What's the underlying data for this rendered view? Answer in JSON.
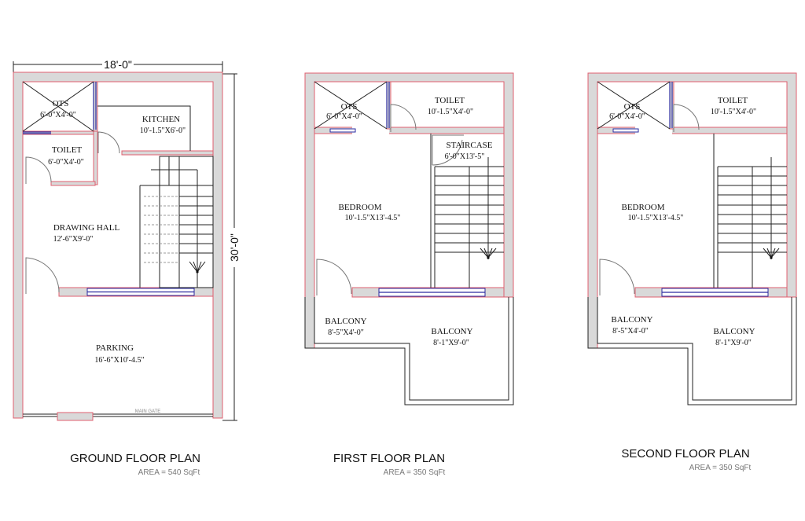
{
  "ground_floor": {
    "title": "GROUND FLOOR PLAN",
    "area": "AREA = 540 SqFt",
    "width_dim": "18'-0\"",
    "depth_dim": "30'-0\"",
    "rooms": {
      "ots": {
        "name": "OTS",
        "size": "6'-0\"X4'-0\""
      },
      "kitchen": {
        "name": "KITCHEN",
        "size": "10'-1.5\"X6'-0\""
      },
      "toilet": {
        "name": "TOILET",
        "size": "6'-0\"X4'-0\""
      },
      "drawing_hall": {
        "name": "DRAWING HALL",
        "size": "12'-6\"X9'-0\""
      },
      "parking": {
        "name": "PARKING",
        "size": "16'-6\"X10'-4.5\""
      }
    },
    "main_gate": "MAIN GATE"
  },
  "first_floor": {
    "title": "FIRST FLOOR PLAN",
    "area": "AREA = 350 SqFt",
    "rooms": {
      "ots": {
        "name": "OTS",
        "size": "6'-0\"X4'-0\""
      },
      "toilet": {
        "name": "TOILET",
        "size": "10'-1.5\"X4'-0\""
      },
      "staircase": {
        "name": "STAIRCASE",
        "size": "6'-0\"X13'-5\""
      },
      "bedroom": {
        "name": "BEDROOM",
        "size": "10'-1.5\"X13'-4.5\""
      },
      "balcony_left": {
        "name": "BALCONY",
        "size": "8'-5\"X4'-0\""
      },
      "balcony_right": {
        "name": "BALCONY",
        "size": "8'-1\"X9'-0\""
      }
    }
  },
  "second_floor": {
    "title": "SECOND FLOOR PLAN",
    "area": "AREA = 350 SqFt",
    "rooms": {
      "ots": {
        "name": "OTS",
        "size": "6'-0\"X4'-0\""
      },
      "toilet": {
        "name": "TOILET",
        "size": "10'-1.5\"X4'-0\""
      },
      "bedroom": {
        "name": "BEDROOM",
        "size": "10'-1.5\"X13'-4.5\""
      },
      "balcony_left": {
        "name": "BALCONY",
        "size": "8'-5\"X4'-0\""
      },
      "balcony_right": {
        "name": "BALCONY",
        "size": "8'-1\"X9'-0\""
      }
    }
  },
  "colors": {
    "wall_fill": "#d9d9d9",
    "wall_edge": "#e06070",
    "window": "#2a2aa0"
  }
}
